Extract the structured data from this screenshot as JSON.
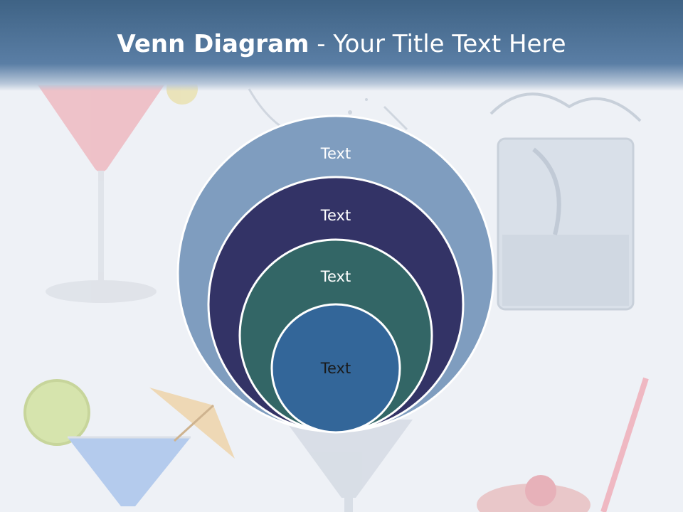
{
  "title": {
    "bold": "Venn Diagram",
    "rest": " - Your Title Text Here"
  },
  "circles": [
    {
      "label": "Text",
      "fill": "#7f9dbf",
      "text_color": "#ffffff"
    },
    {
      "label": "Text",
      "fill": "#333366",
      "text_color": "#ffffff"
    },
    {
      "label": "Text",
      "fill": "#336666",
      "text_color": "#ffffff"
    },
    {
      "label": "Text",
      "fill": "#336699",
      "text_color": "#1a1a1a"
    }
  ],
  "colors": {
    "header": "#4a6e93",
    "background": "#eef1f6",
    "circle_stroke": "#ffffff"
  }
}
